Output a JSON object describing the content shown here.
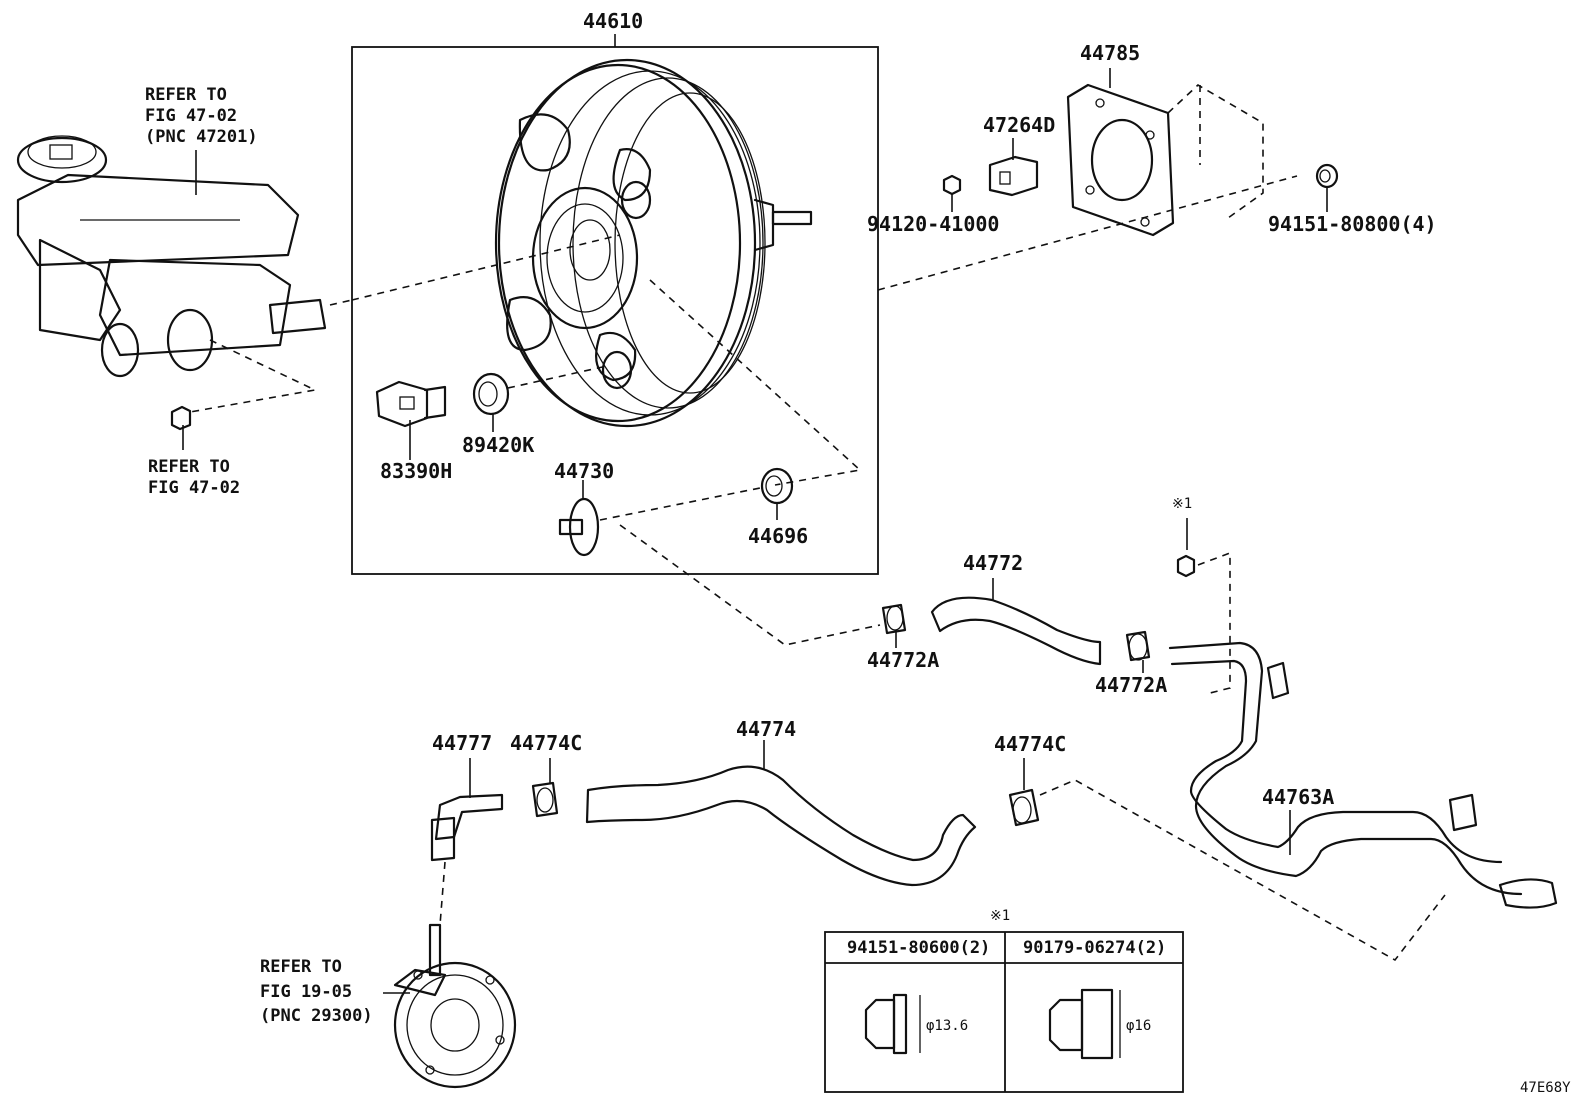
{
  "diagram_id": "47E68Y",
  "notes": {
    "master_cylinder": [
      "REFER TO",
      "FIG 47-02",
      "(PNC 47201)"
    ],
    "grommet": [
      "REFER TO",
      "FIG 47-02"
    ],
    "vacuum_pump": [
      "REFER TO",
      "FIG 19-05",
      "(PNC 29300)"
    ]
  },
  "parts": {
    "booster": "44610",
    "gasket": "44785",
    "clamp_472": "47264D",
    "nut_top": "94120-41000",
    "nut_right": "94151-80800(4)",
    "sensor": "83390H",
    "grommet_sensor": "89420K",
    "check_valve": "44730",
    "grommet_valve": "44696",
    "hose_44772": "44772",
    "clip_a1": "44772A",
    "clip_a2": "44772A",
    "hose_44774": "44774",
    "union": "44777",
    "clip_c1": "44774C",
    "clip_c2": "44774C",
    "pipe": "44763A"
  },
  "asterisk_label": "※1",
  "table": {
    "header": "※1",
    "col1": "94151-80600(2)",
    "col2": "90179-06274(2)",
    "dim1": "φ13.6",
    "dim2": "φ16"
  }
}
